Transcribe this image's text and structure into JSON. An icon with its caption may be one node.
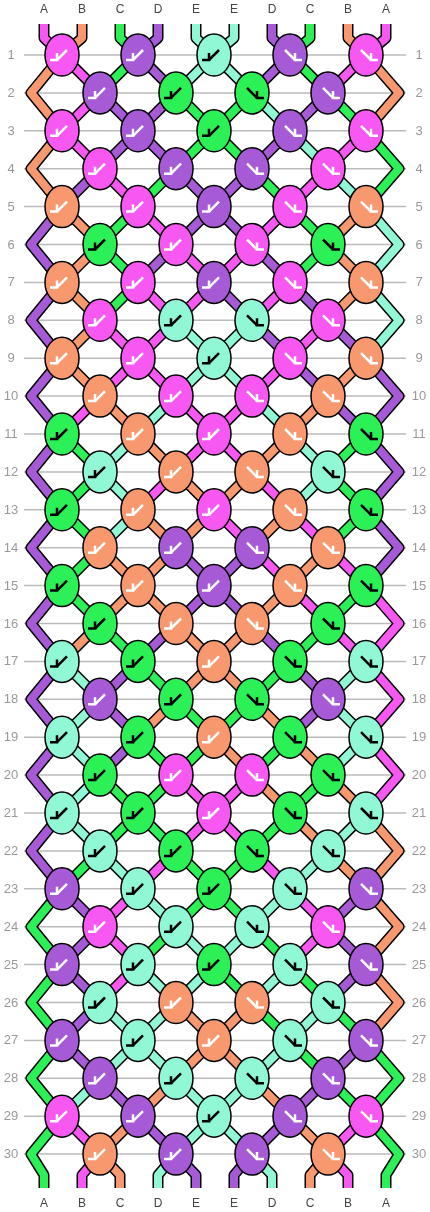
{
  "diagram": {
    "labels": [
      "A",
      "B",
      "C",
      "D",
      "E",
      "E",
      "D",
      "C",
      "B",
      "A",
      "1",
      "1",
      "2",
      "2",
      "3",
      "3",
      "4",
      "4",
      "5",
      "5",
      "6",
      "6",
      "7",
      "7",
      "8",
      "8",
      "9",
      "9",
      "10",
      "10",
      "11",
      "11",
      "12",
      "12",
      "13",
      "13",
      "14",
      "14",
      "15",
      "15",
      "16",
      "16",
      "17",
      "17",
      "18",
      "18",
      "19",
      "19",
      "20",
      "20",
      "21",
      "21",
      "22",
      "22",
      "23",
      "23",
      "24",
      "24",
      "25",
      "25",
      "26",
      "26",
      "27",
      "27",
      "28",
      "28",
      "29",
      "29",
      "30",
      "30",
      "A",
      "B",
      "C",
      "D",
      "E",
      "E",
      "D",
      "C",
      "B",
      "A"
    ]
  }
}
